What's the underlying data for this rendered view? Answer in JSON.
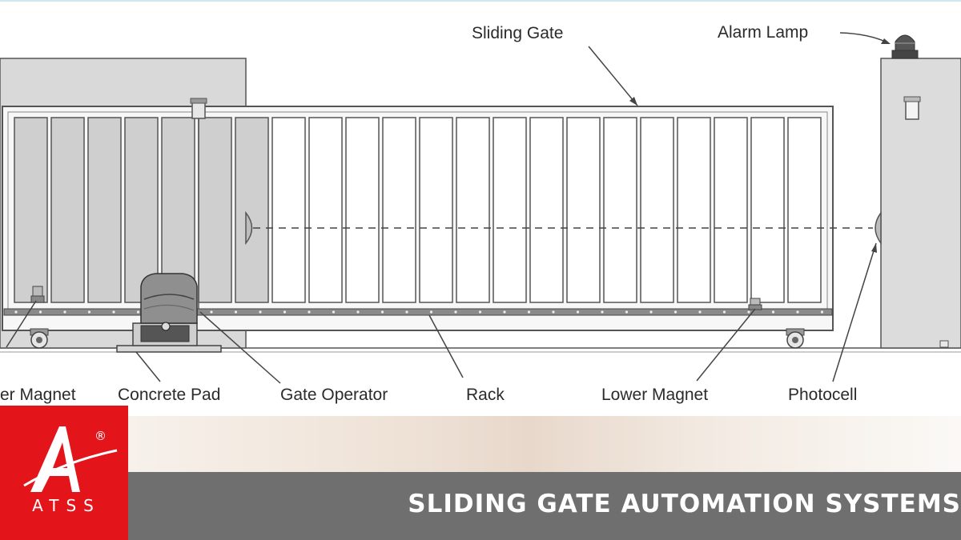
{
  "diagram": {
    "labels": {
      "sliding_gate": "Sliding Gate",
      "alarm_lamp": "Alarm Lamp",
      "upper_magnet": "er Magnet",
      "concrete_pad": "Concrete Pad",
      "gate_operator": "Gate Operator",
      "rack": "Rack",
      "lower_magnet": "Lower Magnet",
      "photocell": "Photocell"
    }
  },
  "banner": {
    "title": "SLIDING GATE AUTOMATION SYSTEMS",
    "brand_letters": "ATSS",
    "registered_mark": "®"
  },
  "colors": {
    "brand_red": "#e3151b",
    "banner_gray": "#6f6f6f",
    "pillar_gray": "#d9d9d9"
  }
}
